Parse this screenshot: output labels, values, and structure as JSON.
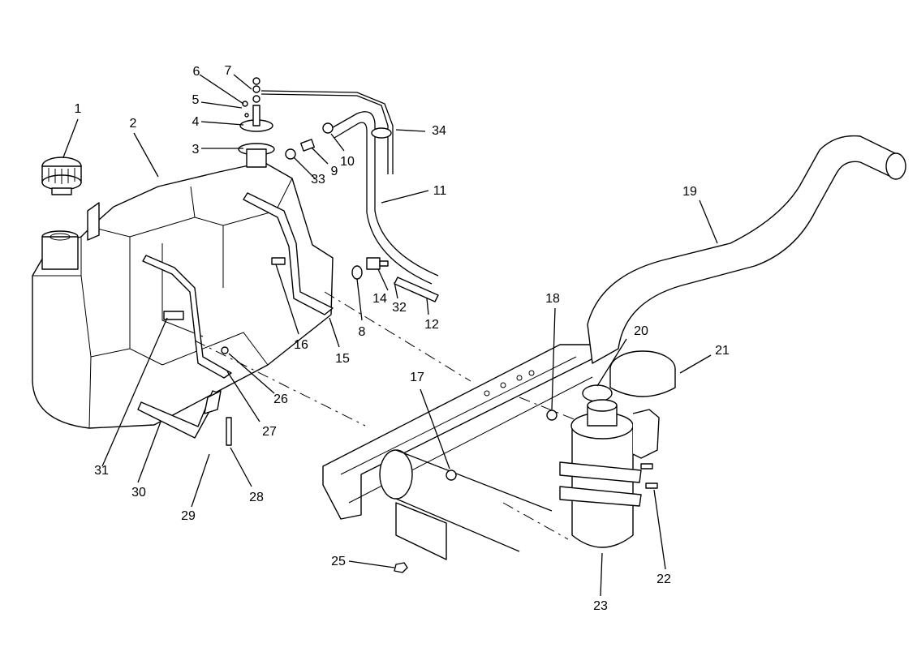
{
  "callouts": [
    "1",
    "2",
    "3",
    "4",
    "5",
    "6",
    "7",
    "8",
    "9",
    "10",
    "11",
    "12",
    "14",
    "15",
    "16",
    "17",
    "18",
    "19",
    "20",
    "21",
    "22",
    "23",
    "25",
    "26",
    "27",
    "28",
    "29",
    "30",
    "31",
    "32",
    "33",
    "34"
  ]
}
